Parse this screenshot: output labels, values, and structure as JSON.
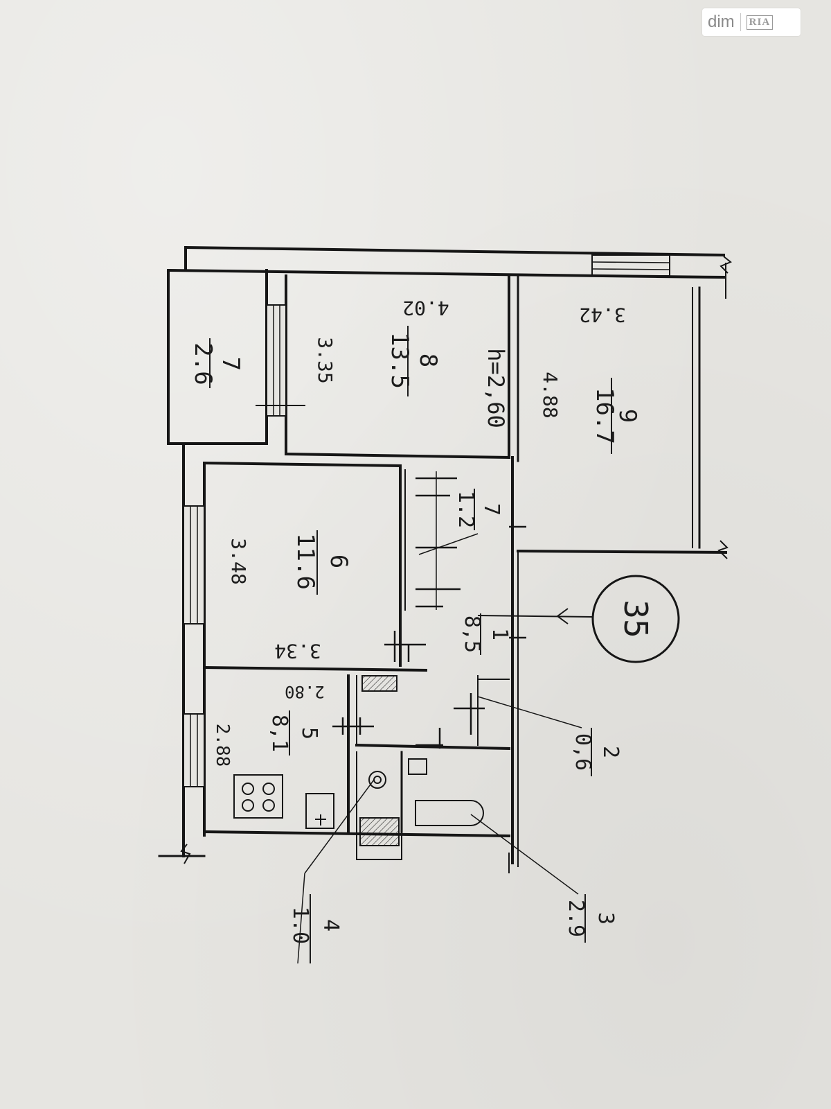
{
  "watermark": {
    "brand": "dim",
    "sub": "RIA"
  },
  "plan": {
    "apartment_number": "35",
    "ceiling_height": "h=2,60",
    "rooms": [
      {
        "id": "1",
        "area": "8,5"
      },
      {
        "id": "2",
        "area": "0,6"
      },
      {
        "id": "3",
        "area": "2.9"
      },
      {
        "id": "4",
        "area": "1.0"
      },
      {
        "id": "5",
        "area": "8,1"
      },
      {
        "id": "6",
        "area": "11.6"
      },
      {
        "id": "7",
        "area": "1.2"
      },
      {
        "id": "8",
        "area": "13.5"
      },
      {
        "id": "9",
        "area": "16.7"
      },
      {
        "id": "7",
        "area": "2.6"
      }
    ],
    "dimensions": {
      "room8_width": "4.02",
      "room8_depth": "3.35",
      "room9_width": "3.42",
      "room9_depth": "4.88",
      "room6_depth": "3.48",
      "room6_width": "3.34",
      "kitchen_width": "2.80",
      "kitchen_depth": "2.88"
    }
  }
}
